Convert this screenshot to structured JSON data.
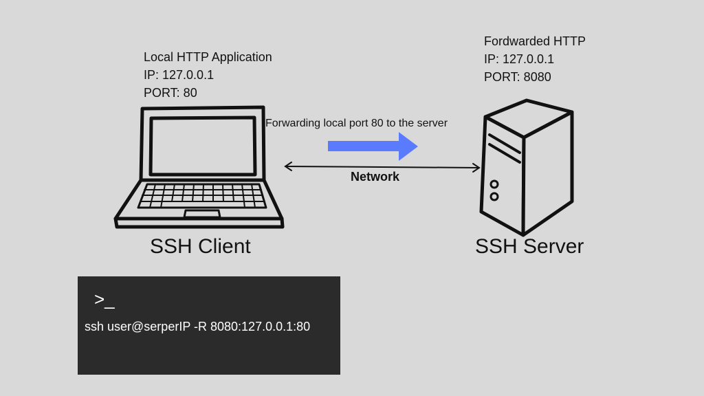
{
  "client": {
    "title": "Local HTTP Application",
    "ip": "IP: 127.0.0.1",
    "port": "PORT: 80",
    "label": "SSH Client"
  },
  "server": {
    "title": "Fordwarded HTTP",
    "ip": "IP: 127.0.0.1",
    "port": "PORT: 8080",
    "label": "SSH Server"
  },
  "forwarding": {
    "text": "Forwarding local port 80 to the server"
  },
  "network": {
    "label": "Network"
  },
  "terminal": {
    "prompt": ">_",
    "command": "ssh user@serperIP -R 8080:127.0.0.1:80"
  },
  "colors": {
    "background": "#d9d9d9",
    "arrow": "#5b7bff",
    "terminal": "#2b2b2b"
  },
  "icons": [
    "laptop-icon",
    "server-icon",
    "forward-arrow-icon",
    "network-double-arrow-icon"
  ]
}
